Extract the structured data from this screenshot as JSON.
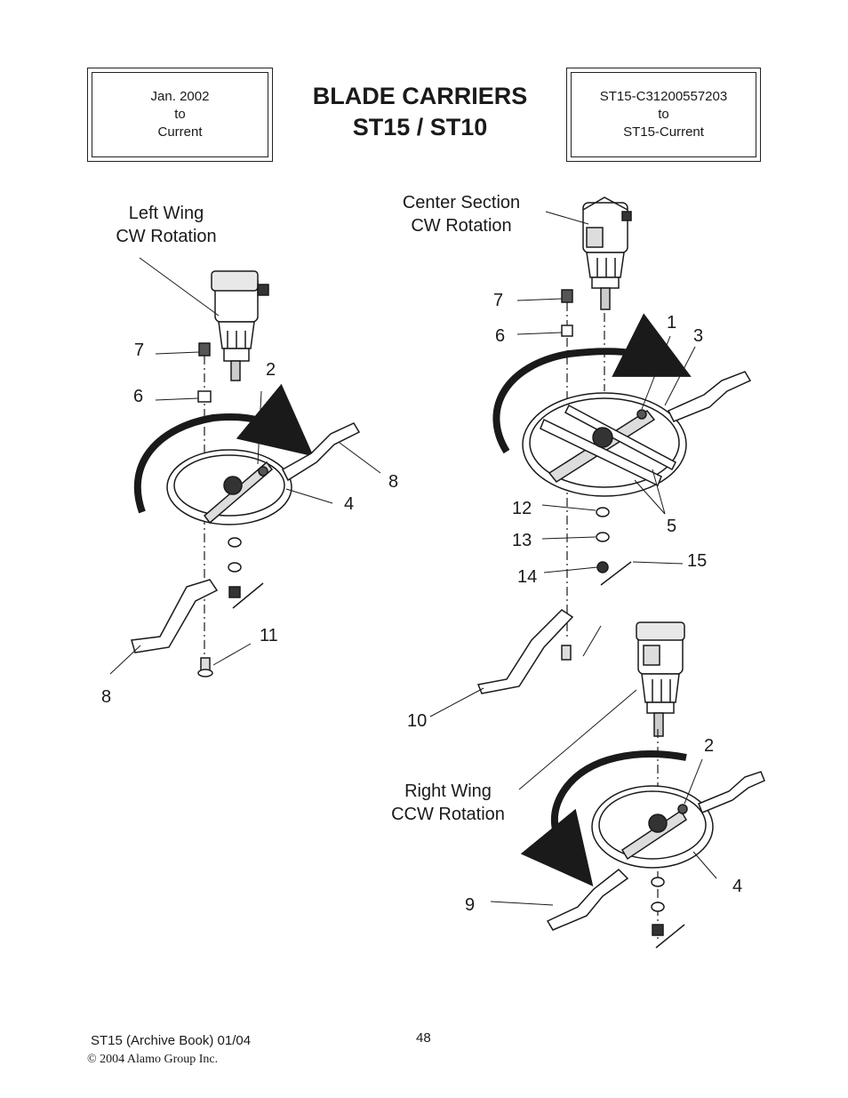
{
  "header": {
    "left_box": {
      "line1": "Jan. 2002",
      "line2": "to",
      "line3": "Current"
    },
    "title": {
      "line1": "BLADE CARRIERS",
      "line2": "ST15 / ST10"
    },
    "right_box": {
      "line1": "ST15-C31200557203",
      "line2": "to",
      "line3": "ST15-Current"
    }
  },
  "labels": {
    "left_wing": {
      "line1": "Left  Wing",
      "line2": "CW  Rotation"
    },
    "center_section": {
      "line1": "Center  Section",
      "line2": "CW  Rotation"
    },
    "right_wing": {
      "line1": "Right  Wing",
      "line2": "CCW  Rotation"
    }
  },
  "callouts": {
    "left": {
      "c7": "7",
      "c6": "6",
      "c2": "2",
      "c8a": "8",
      "c4": "4",
      "c11": "11",
      "c8b": "8"
    },
    "center": {
      "c7": "7",
      "c6": "6",
      "c1": "1",
      "c3": "3",
      "c12": "12",
      "c5": "5",
      "c13": "13",
      "c15": "15",
      "c14": "14",
      "c10": "10"
    },
    "right": {
      "c2": "2",
      "c4": "4",
      "c9": "9"
    }
  },
  "footer": {
    "book": "ST15  (Archive Book) 01/04",
    "page": "48",
    "copyright": "© 2004 Alamo Group Inc."
  }
}
